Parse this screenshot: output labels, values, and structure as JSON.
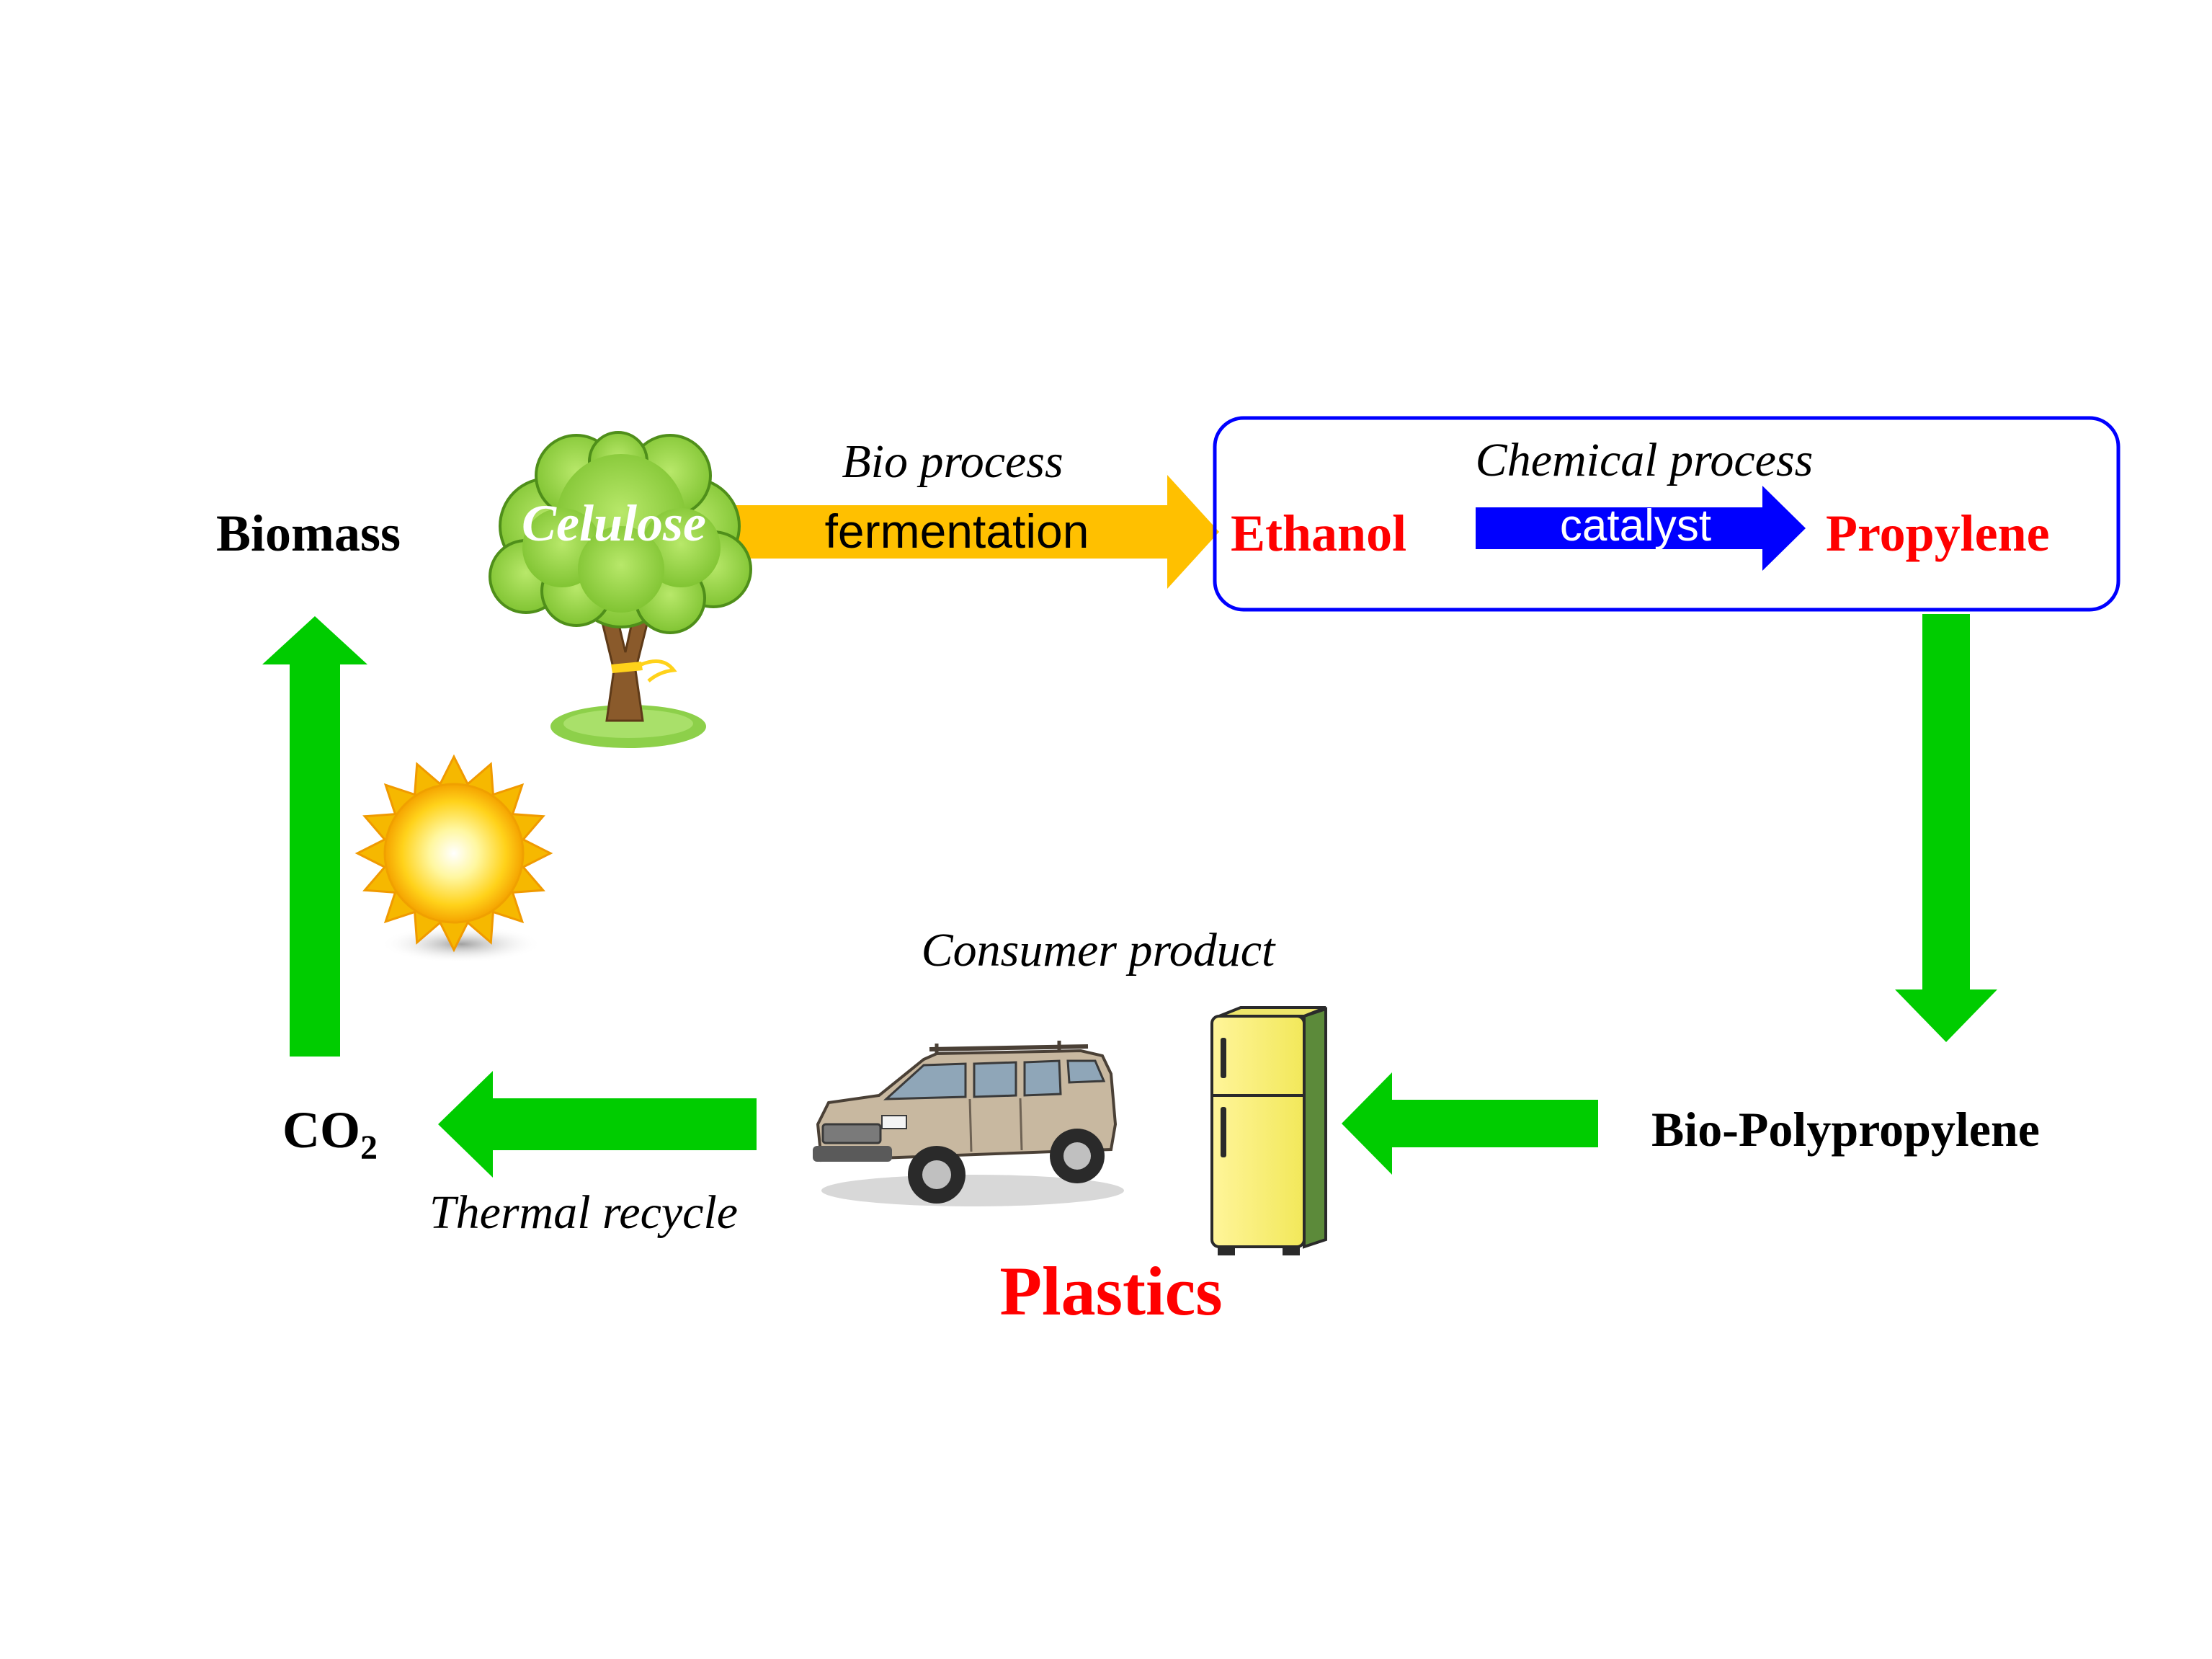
{
  "nodes": {
    "biomass": "Biomass",
    "cellulose": "Celulose",
    "ethanol": "Ethanol",
    "propylene": "Propylene",
    "bio_polypropylene": "Bio-Polypropylene",
    "co2_main": "CO",
    "co2_sub": "2",
    "plastics": "Plastics"
  },
  "edges": {
    "bio_process": "Bio process",
    "fermentation": "fermentation",
    "chemical_process": "Chemical process",
    "catalyst": "catalyst",
    "consumer_product": "Consumer product",
    "thermal_recycle": "Thermal recycle"
  },
  "icons": {
    "tree": "tree-icon",
    "sun": "sun-icon",
    "car": "car-icon",
    "fridge": "refrigerator-icon"
  },
  "colors": {
    "cycle_arrow": "#00cc00",
    "bio_arrow": "#ffc000",
    "catalyst_arrow": "#0000ff",
    "box_border": "#0000ff",
    "highlight_text": "#ff0000",
    "text": "#000000"
  }
}
